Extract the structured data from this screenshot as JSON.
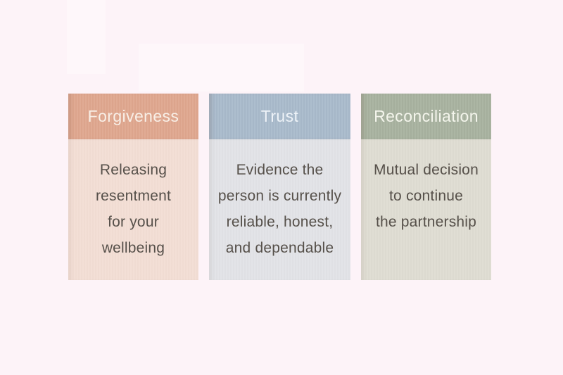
{
  "page": {
    "background_color": "#fdf3f8",
    "body_text_color": "#56504a"
  },
  "cards": [
    {
      "title": "Forgiveness",
      "header_color": "#dfa78e",
      "body_color": "#f3ded4",
      "text": "Releasing resentment for your wellbeing",
      "lines": [
        "Releasing",
        "resentment",
        "for your",
        "wellbeing"
      ]
    },
    {
      "title": "Trust",
      "header_color": "#a9bacb",
      "body_color": "#e2e3e7",
      "text": "Evidence the person is currently reliable, honest, and dependable",
      "lines": [
        "Evidence the",
        "person is currently",
        "reliable, honest,",
        "and dependable"
      ]
    },
    {
      "title": "Reconciliation",
      "header_color": "#a8b29f",
      "body_color": "#dfddd2",
      "text": "Mutual decision to continue the partnership",
      "lines": [
        "Mutual decision",
        "to continue",
        "the partnership"
      ]
    }
  ]
}
